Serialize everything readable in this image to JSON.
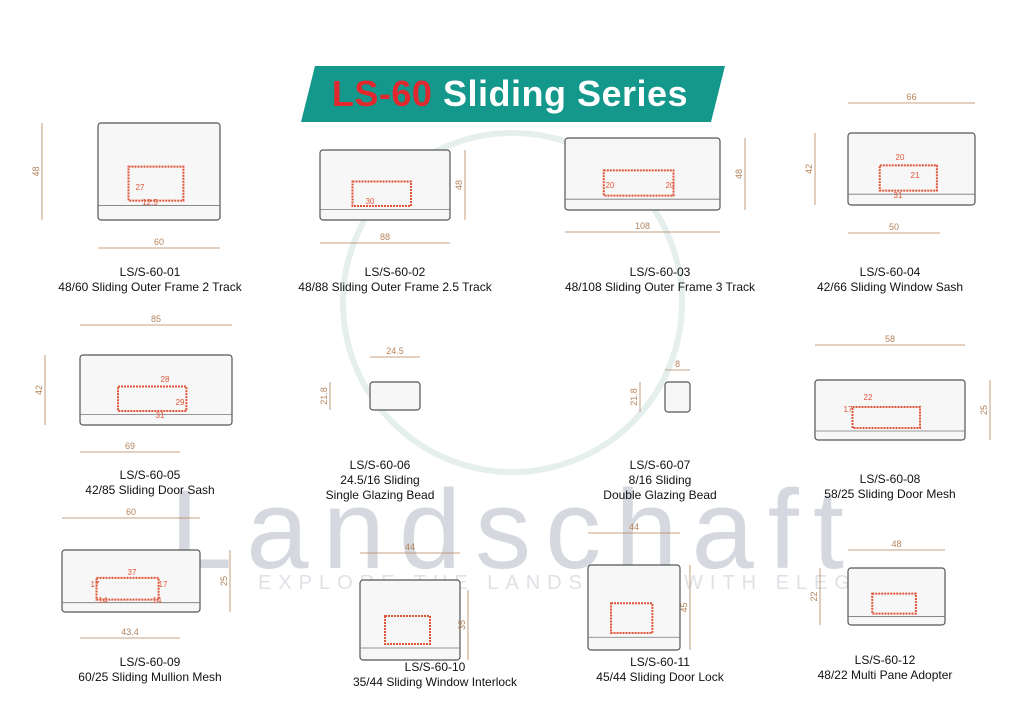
{
  "header": {
    "title_code": "LS-60",
    "title_text": "Sliding Series"
  },
  "watermark": {
    "brand": "Landschaft",
    "tagline": "EXPLORE THE LANDSCAPE WITH ELEGANCE"
  },
  "colors": {
    "accent": "#13988b",
    "code_red": "#e0282e",
    "dimension": "#b5835a",
    "reinforcement": "#e0553a"
  },
  "items": [
    {
      "code": "LS/S-60-01",
      "lines": [
        "48/60 Sliding Outer Frame 2 Track"
      ],
      "dims": [
        "60",
        "48",
        "27",
        "12.5"
      ]
    },
    {
      "code": "LS/S-60-02",
      "lines": [
        "48/88 Sliding Outer Frame 2.5 Track"
      ],
      "dims": [
        "88",
        "48",
        "30"
      ]
    },
    {
      "code": "LS/S-60-03",
      "lines": [
        "48/108 Sliding Outer Frame 3 Track"
      ],
      "dims": [
        "108",
        "48",
        "20",
        "20"
      ]
    },
    {
      "code": "LS/S-60-04",
      "lines": [
        "42/66 Sliding Window Sash"
      ],
      "dims": [
        "66",
        "42",
        "50",
        "21",
        "20",
        "31"
      ]
    },
    {
      "code": "LS/S-60-05",
      "lines": [
        "42/85 Sliding Door Sash"
      ],
      "dims": [
        "85",
        "42",
        "69",
        "28",
        "29",
        "31"
      ]
    },
    {
      "code": "LS/S-60-06",
      "lines": [
        "24.5/16 Sliding",
        "Single Glazing Bead"
      ],
      "dims": [
        "24.5",
        "21.8"
      ]
    },
    {
      "code": "LS/S-60-07",
      "lines": [
        "8/16 Sliding",
        "Double Glazing Bead"
      ],
      "dims": [
        "8",
        "21.8"
      ]
    },
    {
      "code": "LS/S-60-08",
      "lines": [
        "58/25 Sliding Door Mesh"
      ],
      "dims": [
        "58",
        "25",
        "22",
        "17"
      ]
    },
    {
      "code": "LS/S-60-09",
      "lines": [
        "60/25 Sliding Mullion Mesh"
      ],
      "dims": [
        "60",
        "25",
        "43.4",
        "37",
        "17",
        "17",
        "14",
        "14"
      ]
    },
    {
      "code": "LS/S-60-10",
      "lines": [
        "35/44 Sliding Window Interlock"
      ],
      "dims": [
        "44",
        "35"
      ]
    },
    {
      "code": "LS/S-60-11",
      "lines": [
        "45/44 Sliding Door Lock"
      ],
      "dims": [
        "44",
        "45"
      ]
    },
    {
      "code": "LS/S-60-12",
      "lines": [
        "48/22 Multi Pane Adopter"
      ],
      "dims": [
        "48",
        "22"
      ]
    }
  ]
}
